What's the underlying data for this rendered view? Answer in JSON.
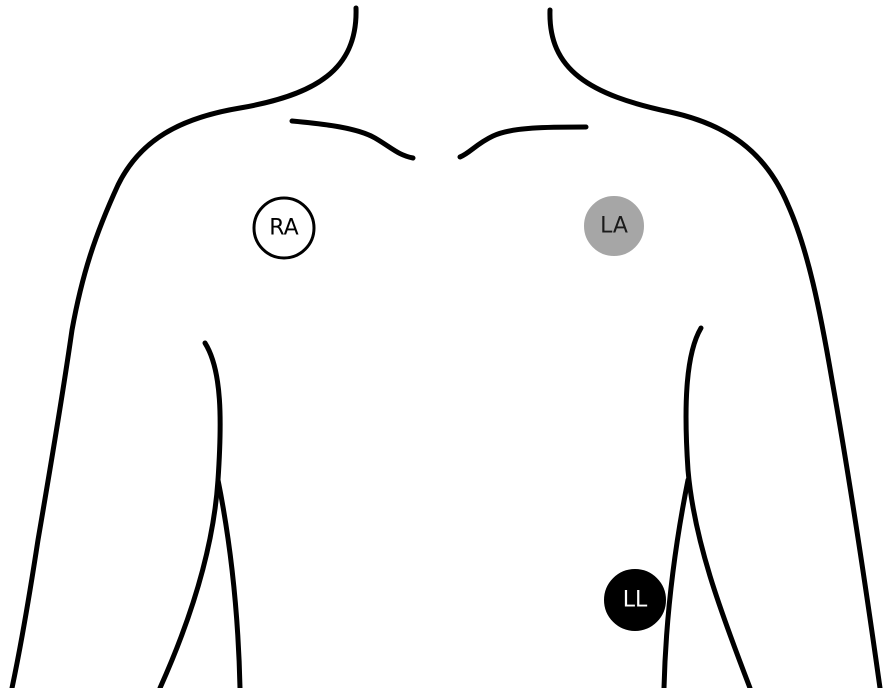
{
  "electrodes": {
    "ra": {
      "label": "RA",
      "fill": "#ffffff",
      "stroke": "#000000",
      "text_color": "#000000"
    },
    "la": {
      "label": "LA",
      "fill": "#a6a6a6",
      "stroke": "#a6a6a6",
      "text_color": "#1a1a1a"
    },
    "ll": {
      "label": "LL",
      "fill": "#000000",
      "stroke": "#000000",
      "text_color": "#ffffff"
    }
  }
}
